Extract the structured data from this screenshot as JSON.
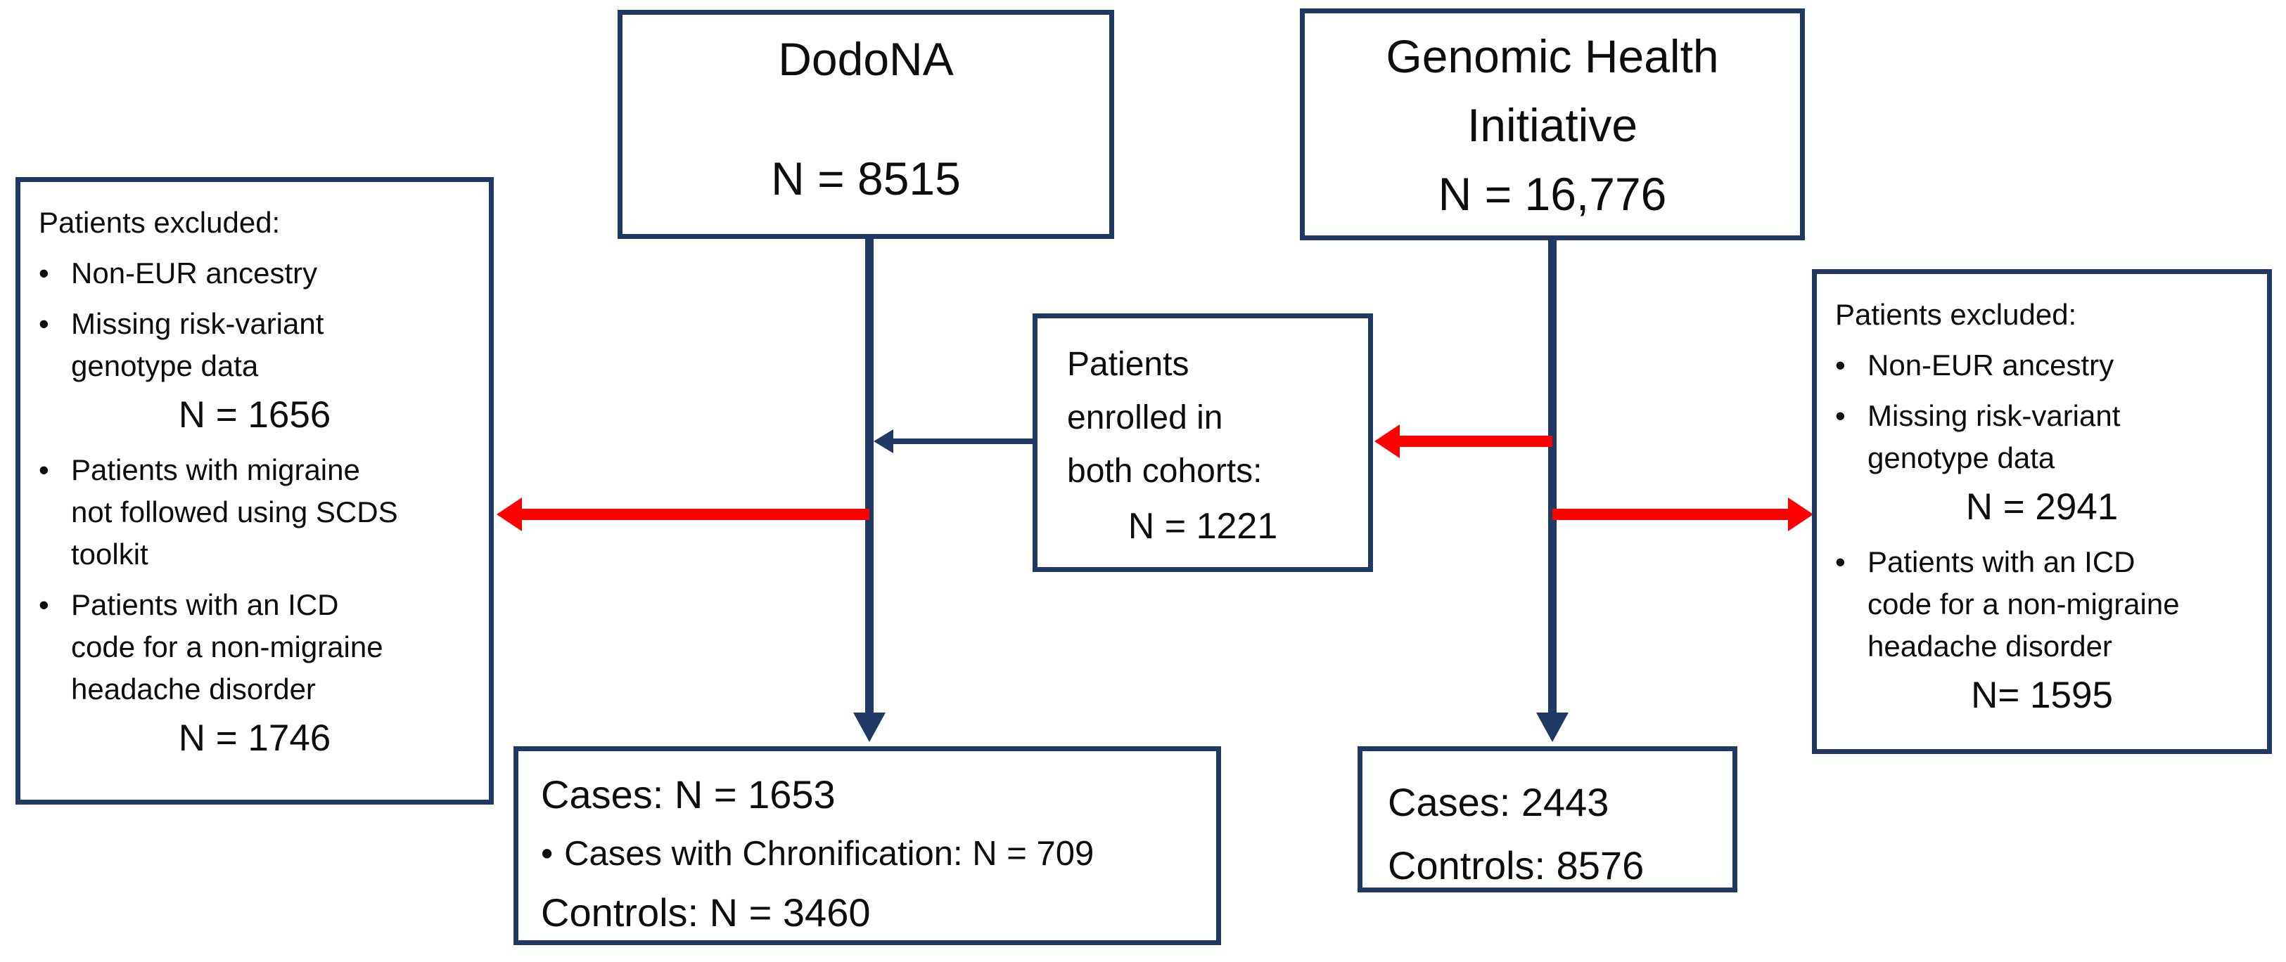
{
  "diagram": {
    "colors": {
      "box_border_navy": "#1f3864",
      "flow_arrow_navy": "#1f3864",
      "exclusion_arrow_red": "#ff0000",
      "text": "#0d0d0d",
      "background": "#ffffff"
    },
    "cohort_left": {
      "title": "DodoNA",
      "n": "N = 8515"
    },
    "cohort_right": {
      "title": "Genomic Health\nInitiative",
      "n": "N = 16,776"
    },
    "overlap_box": {
      "text": "Patients\nenrolled in\nboth cohorts:",
      "n": "N = 1221"
    },
    "excluded_left": {
      "title": "Patients excluded:",
      "items": [
        {
          "marker": "•",
          "text": "Non-EUR ancestry"
        },
        {
          "marker": "•",
          "text": "Missing risk-variant\ngenotype data",
          "n": "N = 1656"
        },
        {
          "marker": "•",
          "text": "Patients with migraine\nnot followed using SCDS\ntoolkit"
        },
        {
          "marker": "•",
          "text": "Patients with an ICD\ncode for a non-migraine\nheadache disorder",
          "n": "N = 1746"
        }
      ]
    },
    "excluded_right": {
      "title": "Patients excluded:",
      "items": [
        {
          "marker": "•",
          "text": "Non-EUR ancestry"
        },
        {
          "marker": "•",
          "text": "Missing risk-variant\ngenotype data",
          "n": "N = 2941"
        },
        {
          "marker": "•",
          "text": "Patients with an ICD\ncode for a non-migraine\nheadache disorder",
          "n": "N= 1595"
        }
      ]
    },
    "outcome_left": {
      "lines": [
        {
          "text": "Cases: N = 1653"
        },
        {
          "marker": "•",
          "text": "Cases with Chronification: N = 709"
        },
        {
          "text": "Controls: N = 3460"
        }
      ]
    },
    "outcome_right": {
      "lines": [
        {
          "text": "Cases: 2443"
        },
        {
          "text": "Controls: 8576"
        }
      ]
    }
  }
}
